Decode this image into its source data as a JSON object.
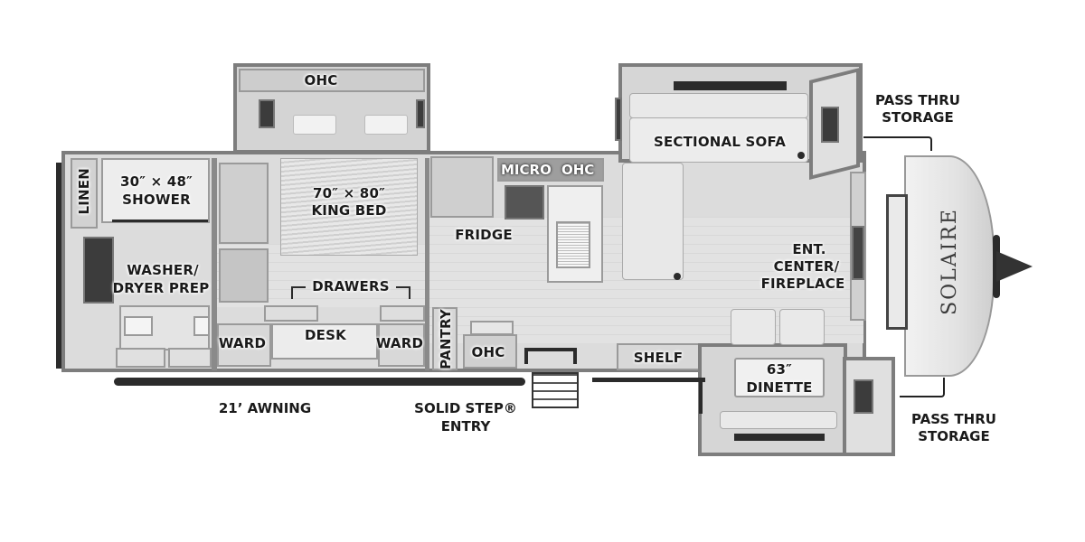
{
  "floorplan": {
    "brand": "SOLAIRE",
    "colors": {
      "wall": "#7d7d7d",
      "floor": "#e0e0e0",
      "text": "#1a1a1a",
      "dark": "#2b2b2b"
    },
    "rooms": {
      "bath": {
        "linen": "LINEN",
        "shower_size": "30″ × 48″",
        "shower": "SHOWER",
        "washer_line1": "WASHER/",
        "washer_line2": "DRYER PREP"
      },
      "bedroom": {
        "ohc": "OHC",
        "bed_size": "70″ × 80″",
        "bed": "KING BED",
        "drawers": "DRAWERS",
        "desk": "DESK",
        "ward_left": "WARD",
        "ward_right": "WARD"
      },
      "kitchen": {
        "micro": "MICRO",
        "ohc_top": "OHC",
        "fridge": "FRIDGE",
        "pantry": "PANTRY",
        "ohc_bottom": "OHC",
        "shelf": "SHELF"
      },
      "living": {
        "sofa": "SECTIONAL SOFA",
        "ent_line1": "ENT.",
        "ent_line2": "CENTER/",
        "ent_line3": "FIREPLACE",
        "dinette_size": "63″",
        "dinette": "DINETTE"
      }
    },
    "exterior": {
      "awning": "21’ AWNING",
      "entry_line1": "SOLID STEP®",
      "entry_line2": "ENTRY",
      "pass_thru_top_line1": "PASS THRU",
      "pass_thru_top_line2": "STORAGE",
      "pass_thru_bottom_line1": "PASS THRU",
      "pass_thru_bottom_line2": "STORAGE"
    }
  }
}
